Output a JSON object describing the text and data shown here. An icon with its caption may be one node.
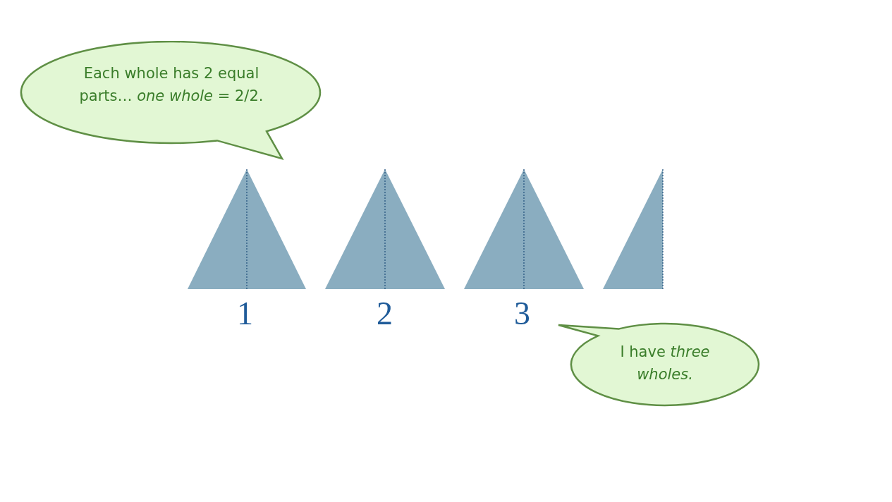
{
  "diagram": {
    "nodes": [
      {
        "text": [
          "Each whole has 2 equal parts… *one whole* = 2/2."
        ]
      },
      {
        "text": [
          "I have *three wholes.*"
        ]
      }
    ],
    "edges": [],
    "labels": [
      "1",
      "2",
      "3"
    ]
  }
}
